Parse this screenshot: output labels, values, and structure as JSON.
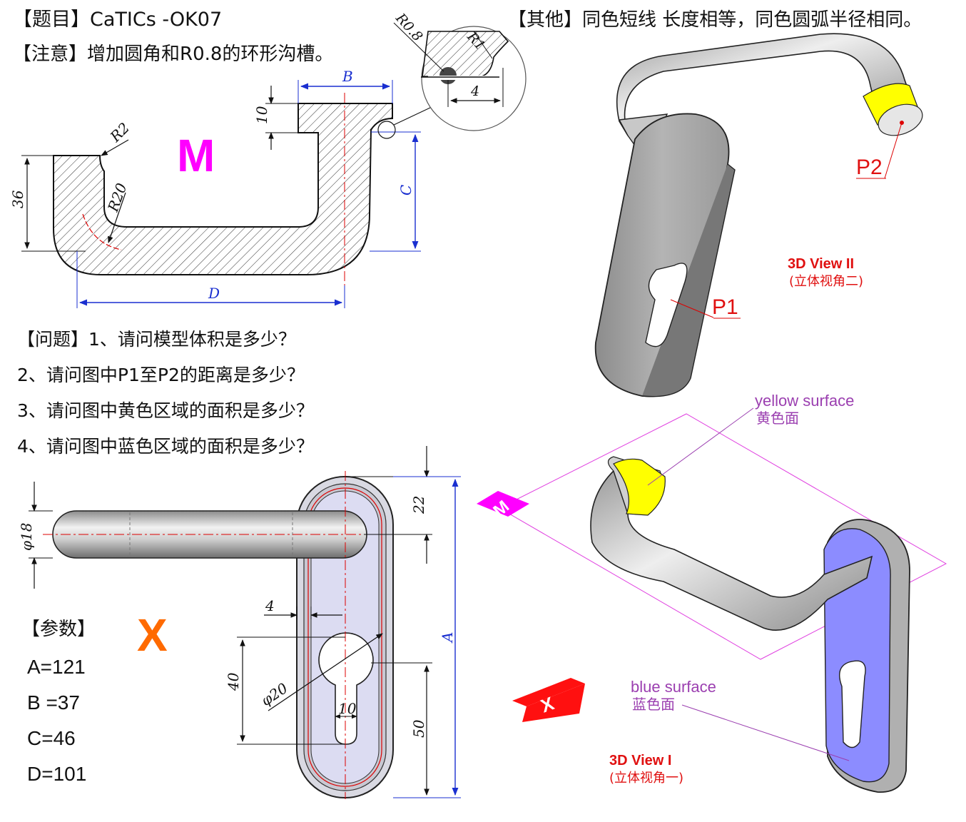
{
  "header": {
    "title": "【题目】CaTICs -OK07",
    "note": "【注意】增加圆角和R0.8的环形沟槽。",
    "other": "【其他】同色短线 长度相等，同色圆弧半径相同。"
  },
  "questions": {
    "q1": "【问题】1、请问模型体积是多少？",
    "q2": "2、请问图中P1至P2的距离是多少？",
    "q3": "3、请问图中黄色区域的面积是多少？",
    "q4": "4、请问图中蓝色区域的面积是多少？"
  },
  "params": {
    "title": "【参数】",
    "A": "A=121",
    "B": "B =37",
    "C": "C=46",
    "D": "D=101"
  },
  "section_view": {
    "view_letter": "M",
    "dims": {
      "r2": "R2",
      "r20": "R20",
      "d36": "36",
      "d10": "10",
      "B": "B",
      "C": "C",
      "D": "D"
    },
    "detail": {
      "r08": "R0.8",
      "r1": "R1",
      "d4": "4"
    }
  },
  "front_view": {
    "view_letter": "X",
    "dims": {
      "phi18": "φ18",
      "d22": "22",
      "A": "A",
      "d4": "4",
      "d40": "40",
      "phi20": "φ20",
      "d10": "10",
      "d50": "50"
    }
  },
  "view2": {
    "p1": "P1",
    "p2": "P2",
    "title": "3D View II",
    "subtitle": "(立体视角二)"
  },
  "view1": {
    "yellow_en": "yellow surface",
    "yellow_zh": "黄色面",
    "blue_en": "blue surface",
    "blue_zh": "蓝色面",
    "title": "3D View I",
    "subtitle": "(立体视角一)",
    "badge_m": "M",
    "badge_x": "X"
  },
  "colors": {
    "magenta": "#ff00ff",
    "orange": "#ff6a00",
    "red_label": "#e01010",
    "yellow_face": "#ffff00",
    "blue_face": "#8c8cff",
    "dim_blue": "#1a2fd0",
    "leader_purple": "#9b3fb0"
  }
}
